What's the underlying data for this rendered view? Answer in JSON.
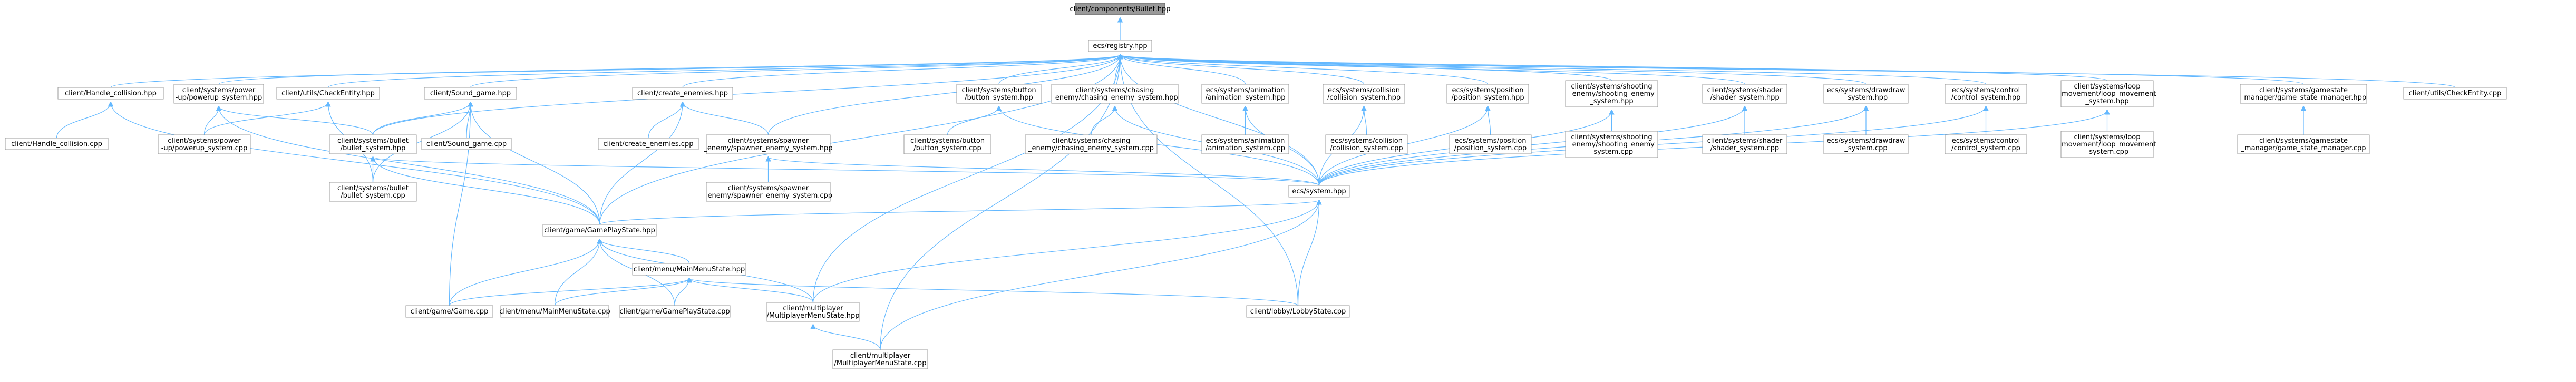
{
  "nodes": [
    {
      "id": "root",
      "lines": [
        "client/components/Bullet.hpp"
      ],
      "root": true
    },
    {
      "id": "registry",
      "lines": [
        "ecs/registry.hpp"
      ]
    },
    {
      "id": "handle_collision_hpp",
      "lines": [
        "client/Handle_collision.hpp"
      ]
    },
    {
      "id": "handle_collision_cpp",
      "lines": [
        "client/Handle_collision.cpp"
      ]
    },
    {
      "id": "powerup_hpp",
      "lines": [
        "client/systems/power",
        "-up/powerup_system.hpp"
      ]
    },
    {
      "id": "powerup_cpp",
      "lines": [
        "client/systems/power",
        "-up/powerup_system.cpp"
      ]
    },
    {
      "id": "checkentity_hpp_a",
      "lines": [
        "client/utils/CheckEntity.hpp"
      ]
    },
    {
      "id": "sound_game_hpp",
      "lines": [
        "client/Sound_game.hpp"
      ]
    },
    {
      "id": "sound_game_cpp",
      "lines": [
        "client/Sound_game.cpp"
      ]
    },
    {
      "id": "bullet_system_hpp",
      "lines": [
        "client/systems/bullet",
        "/bullet_system.hpp"
      ]
    },
    {
      "id": "bullet_system_cpp",
      "lines": [
        "client/systems/bullet",
        "/bullet_system.cpp"
      ]
    },
    {
      "id": "create_enemies_hpp",
      "lines": [
        "client/create_enemies.hpp"
      ]
    },
    {
      "id": "create_enemies_cpp",
      "lines": [
        "client/create_enemies.cpp"
      ]
    },
    {
      "id": "spawner_hpp",
      "lines": [
        "client/systems/spawner",
        "_enemy/spawner_enemy_system.hpp"
      ]
    },
    {
      "id": "spawner_cpp",
      "lines": [
        "client/systems/spawner",
        "_enemy/spawner_enemy_system.cpp"
      ]
    },
    {
      "id": "button_hpp",
      "lines": [
        "client/systems/button",
        "/button_system.hpp"
      ]
    },
    {
      "id": "button_cpp",
      "lines": [
        "client/systems/button",
        "/button_system.cpp"
      ]
    },
    {
      "id": "chasing_hpp",
      "lines": [
        "client/systems/chasing",
        "_enemy/chasing_enemy_system.hpp"
      ]
    },
    {
      "id": "chasing_cpp",
      "lines": [
        "client/systems/chasing",
        "_enemy/chasing_enemy_system.cpp"
      ]
    },
    {
      "id": "animation_hpp",
      "lines": [
        "ecs/systems/animation",
        "/animation_system.hpp"
      ]
    },
    {
      "id": "animation_cpp",
      "lines": [
        "ecs/systems/animation",
        "/animation_system.cpp"
      ]
    },
    {
      "id": "collision_hpp",
      "lines": [
        "ecs/systems/collision",
        "/collision_system.hpp"
      ]
    },
    {
      "id": "collision_cpp",
      "lines": [
        "ecs/systems/collision",
        "/collision_system.cpp"
      ]
    },
    {
      "id": "position_hpp",
      "lines": [
        "ecs/systems/position",
        "/position_system.hpp"
      ]
    },
    {
      "id": "position_cpp",
      "lines": [
        "ecs/systems/position",
        "/position_system.cpp"
      ]
    },
    {
      "id": "shooting_hpp",
      "lines": [
        "client/systems/shooting",
        "_enemy/shooting_enemy",
        "_system.hpp"
      ]
    },
    {
      "id": "shooting_cpp",
      "lines": [
        "client/systems/shooting",
        "_enemy/shooting_enemy",
        "_system.cpp"
      ]
    },
    {
      "id": "shader_hpp",
      "lines": [
        "client/systems/shader",
        "/shader_system.hpp"
      ]
    },
    {
      "id": "shader_cpp",
      "lines": [
        "client/systems/shader",
        "/shader_system.cpp"
      ]
    },
    {
      "id": "drawdraw_hpp",
      "lines": [
        "ecs/systems/drawdraw",
        "_system.hpp"
      ]
    },
    {
      "id": "drawdraw_cpp",
      "lines": [
        "ecs/systems/drawdraw",
        "_system.cpp"
      ]
    },
    {
      "id": "control_hpp",
      "lines": [
        "ecs/systems/control",
        "/control_system.hpp"
      ]
    },
    {
      "id": "control_cpp",
      "lines": [
        "ecs/systems/control",
        "/control_system.cpp"
      ]
    },
    {
      "id": "loop_hpp",
      "lines": [
        "client/systems/loop",
        "_movement/loop_movement",
        "_system.hpp"
      ]
    },
    {
      "id": "loop_cpp",
      "lines": [
        "client/systems/loop",
        "_movement/loop_movement",
        "_system.cpp"
      ]
    },
    {
      "id": "gsm_hpp",
      "lines": [
        "client/systems/gamestate",
        "_manager/game_state_manager.hpp"
      ]
    },
    {
      "id": "gsm_cpp",
      "lines": [
        "client/systems/gamestate",
        "_manager/game_state_manager.cpp"
      ]
    },
    {
      "id": "checkentity_hpp_b",
      "lines": [
        "client/utils/CheckEntity.cpp"
      ]
    },
    {
      "id": "system_hpp",
      "lines": [
        "ecs/system.hpp"
      ]
    },
    {
      "id": "gameplaystate_hpp",
      "lines": [
        "client/game/GamePlayState.hpp"
      ]
    },
    {
      "id": "mainmenu_hpp",
      "lines": [
        "client/menu/MainMenuState.hpp"
      ]
    },
    {
      "id": "game_cpp",
      "lines": [
        "client/game/Game.cpp"
      ]
    },
    {
      "id": "mainmenu_cpp",
      "lines": [
        "client/menu/MainMenuState.cpp"
      ]
    },
    {
      "id": "gameplaystate_cpp",
      "lines": [
        "client/game/GamePlayState.cpp"
      ]
    },
    {
      "id": "multiplayer_hpp",
      "lines": [
        "client/multiplayer",
        "/MultiplayerMenuState.hpp"
      ]
    },
    {
      "id": "lobby_cpp",
      "lines": [
        "client/lobby/LobbyState.cpp"
      ]
    },
    {
      "id": "multiplayer_cpp",
      "lines": [
        "client/multiplayer",
        "/MultiplayerMenuState.cpp"
      ]
    }
  ]
}
